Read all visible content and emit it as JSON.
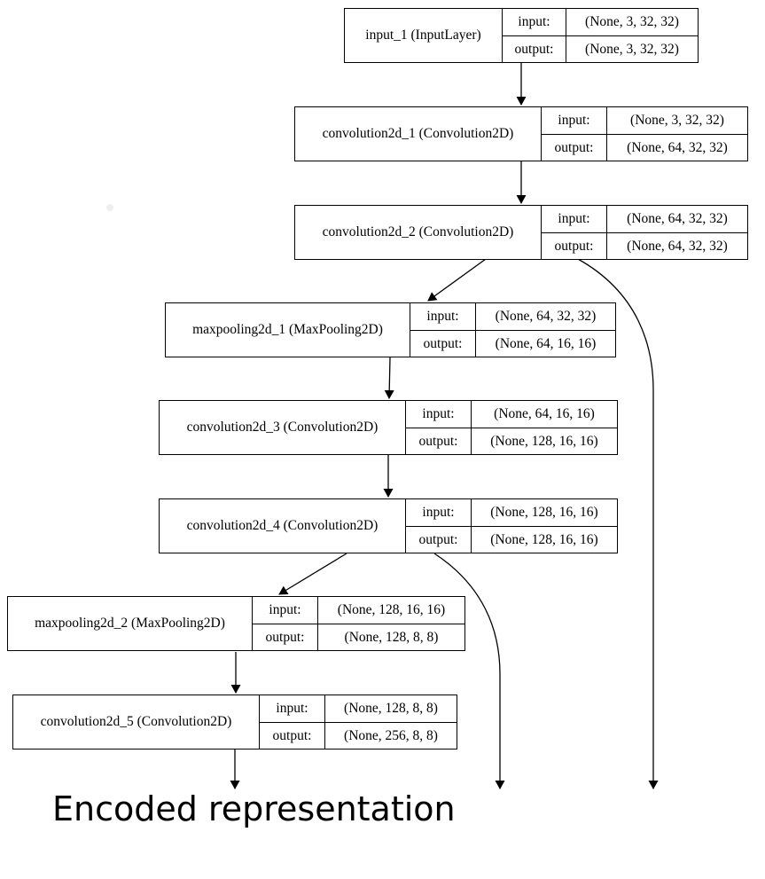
{
  "layers": [
    {
      "id": "input_1",
      "label": "input_1 (InputLayer)",
      "input_label": "input:",
      "output_label": "output:",
      "input_shape": "(None, 3, 32, 32)",
      "output_shape": "(None, 3, 32, 32)"
    },
    {
      "id": "convolution2d_1",
      "label": "convolution2d_1 (Convolution2D)",
      "input_label": "input:",
      "output_label": "output:",
      "input_shape": "(None, 3, 32, 32)",
      "output_shape": "(None, 64, 32, 32)"
    },
    {
      "id": "convolution2d_2",
      "label": "convolution2d_2 (Convolution2D)",
      "input_label": "input:",
      "output_label": "output:",
      "input_shape": "(None, 64, 32, 32)",
      "output_shape": "(None, 64, 32, 32)"
    },
    {
      "id": "maxpooling2d_1",
      "label": "maxpooling2d_1 (MaxPooling2D)",
      "input_label": "input:",
      "output_label": "output:",
      "input_shape": "(None, 64, 32, 32)",
      "output_shape": "(None, 64, 16, 16)"
    },
    {
      "id": "convolution2d_3",
      "label": "convolution2d_3 (Convolution2D)",
      "input_label": "input:",
      "output_label": "output:",
      "input_shape": "(None, 64, 16, 16)",
      "output_shape": "(None, 128, 16, 16)"
    },
    {
      "id": "convolution2d_4",
      "label": "convolution2d_4 (Convolution2D)",
      "input_label": "input:",
      "output_label": "output:",
      "input_shape": "(None, 128, 16, 16)",
      "output_shape": "(None, 128, 16, 16)"
    },
    {
      "id": "maxpooling2d_2",
      "label": "maxpooling2d_2 (MaxPooling2D)",
      "input_label": "input:",
      "output_label": "output:",
      "input_shape": "(None, 128, 16, 16)",
      "output_shape": "(None, 128, 8, 8)"
    },
    {
      "id": "convolution2d_5",
      "label": "convolution2d_5 (Convolution2D)",
      "input_label": "input:",
      "output_label": "output:",
      "input_shape": "(None, 128, 8, 8)",
      "output_shape": "(None, 256, 8, 8)"
    }
  ],
  "edges": [
    {
      "from": "input_1",
      "to": "convolution2d_1"
    },
    {
      "from": "convolution2d_1",
      "to": "convolution2d_2"
    },
    {
      "from": "convolution2d_2",
      "to": "maxpooling2d_1"
    },
    {
      "from": "maxpooling2d_1",
      "to": "convolution2d_3"
    },
    {
      "from": "convolution2d_3",
      "to": "convolution2d_4"
    },
    {
      "from": "convolution2d_4",
      "to": "maxpooling2d_2"
    },
    {
      "from": "maxpooling2d_2",
      "to": "convolution2d_5"
    },
    {
      "from": "convolution2d_5",
      "to": "encoded_output"
    },
    {
      "from": "convolution2d_4",
      "to": "skip_output_1"
    },
    {
      "from": "convolution2d_2",
      "to": "skip_output_2"
    }
  ],
  "caption": "Encoded representation"
}
